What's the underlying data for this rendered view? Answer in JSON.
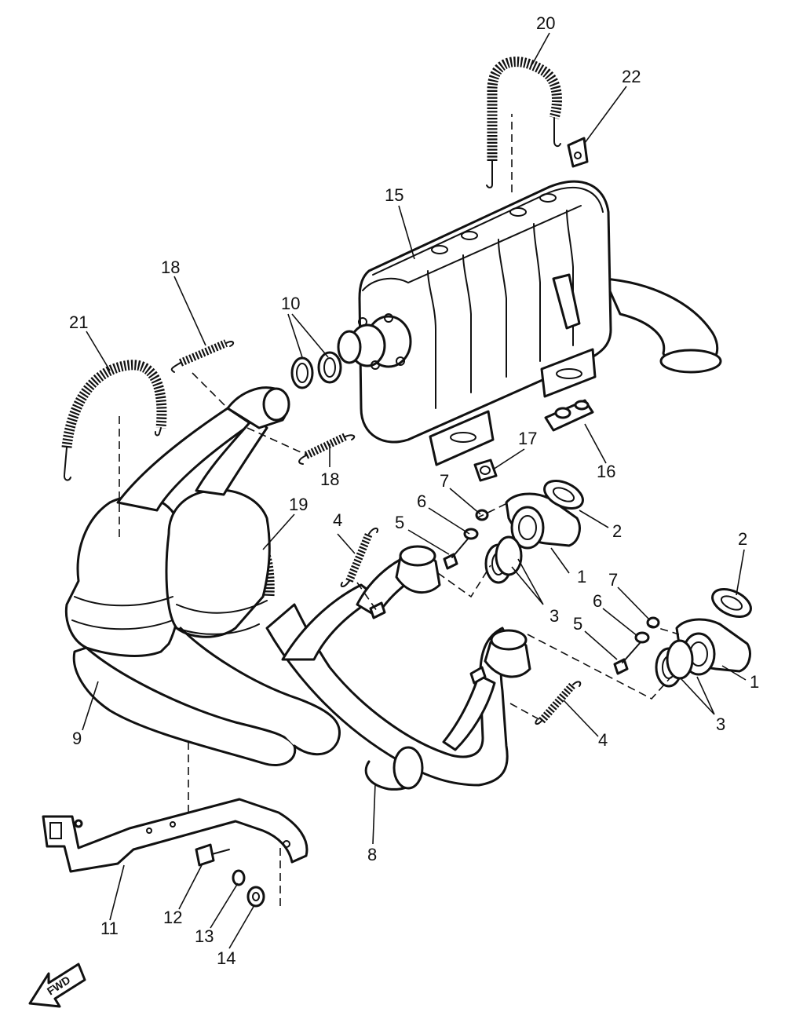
{
  "callouts": [
    "1",
    "2",
    "3",
    "4",
    "5",
    "6",
    "7",
    "8",
    "9",
    "10",
    "11",
    "12",
    "13",
    "14",
    "15",
    "16",
    "17",
    "18",
    "19",
    "20",
    "21",
    "22"
  ],
  "front_arrow": {
    "text": "FWD"
  },
  "colors": {
    "line": "#111111",
    "background": "#ffffff"
  }
}
